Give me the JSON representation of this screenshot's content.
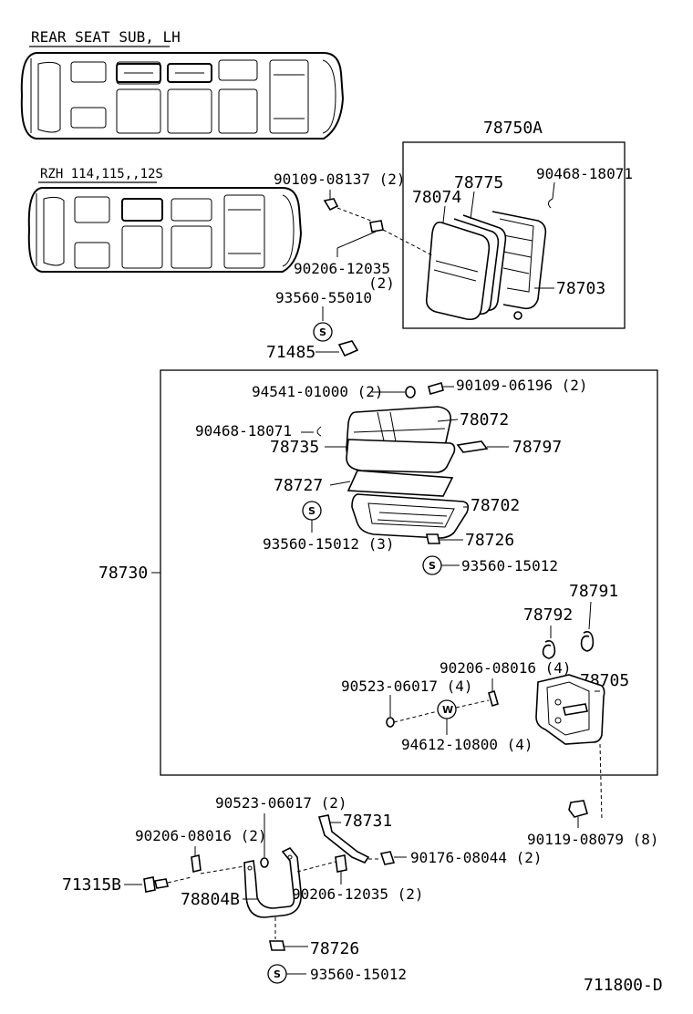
{
  "labels": {
    "rear_seat_title": "REAR SEAT SUB, LH",
    "rzh_title": "RZH 114,115,,12S",
    "p_78750A": "78750A",
    "p_90109_08137": "90109-08137 (2)",
    "p_90468_18071_top": "90468-18071",
    "p_78775": "78775",
    "p_78074": "78074",
    "p_90206_12035_top": "90206-12035",
    "p_90206_12035_top_qty": "(2)",
    "p_78703": "78703",
    "p_93560_55010": "93560-55010",
    "p_71485": "71485",
    "p_94541_01000": "94541-01000 (2)",
    "p_90109_06196": "90109-06196 (2)",
    "p_90468_18071_mid": "90468-18071",
    "p_78072": "78072",
    "p_78735": "78735",
    "p_78797": "78797",
    "p_78727": "78727",
    "p_78702": "78702",
    "p_93560_15012_3": "93560-15012 (3)",
    "p_78726_mid": "78726",
    "p_93560_15012_mid": "93560-15012",
    "p_78730": "78730",
    "p_78791": "78791",
    "p_78792": "78792",
    "p_90206_08016_4": "90206-08016 (4)",
    "p_78705": "78705",
    "p_90523_06017_4": "90523-06017 (4)",
    "p_94612_10800": "94612-10800 (4)",
    "p_90119_08079": "90119-08079 (8)",
    "p_90523_06017_2": "90523-06017 (2)",
    "p_78731": "78731",
    "p_90206_08016_2": "90206-08016 (2)",
    "p_90176_08044": "90176-08044 (2)",
    "p_71315B": "71315B",
    "p_78804B": "78804B",
    "p_90206_12035_bot": "90206-12035 (2)",
    "p_78726_bot": "78726",
    "p_93560_15012_bot": "93560-15012",
    "figure_code": "711800-D"
  },
  "symbols": {
    "s": "S",
    "w": "W"
  }
}
